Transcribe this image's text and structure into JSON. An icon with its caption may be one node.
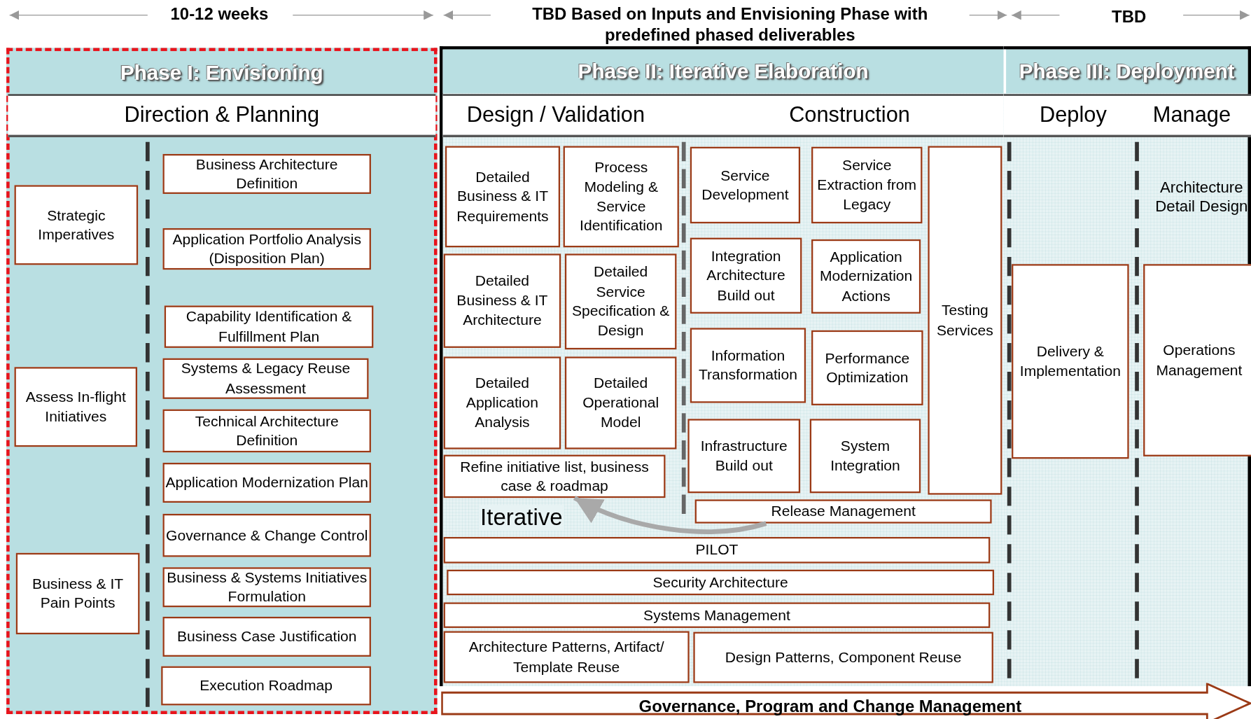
{
  "diagram": {
    "nodes": [
      {
        "text": [
          "Phase I: Envisioning"
        ]
      },
      {
        "text": [
          "Direction & Planning"
        ],
        "in": 0
      },
      {
        "text": [
          "Strategic Imperatives"
        ],
        "in": 0
      },
      {
        "text": [
          "Assess In-flight Initiatives"
        ],
        "in": 0
      },
      {
        "text": [
          "Business & IT Pain Points"
        ],
        "in": 0
      },
      {
        "text": [
          "Business Architecture Definition"
        ],
        "in": 0
      },
      {
        "text": [
          "Application Portfolio Analysis (Disposition Plan)"
        ],
        "in": 0
      },
      {
        "text": [
          "Capability Identification & Fulfillment Plan"
        ],
        "in": 0
      },
      {
        "text": [
          "Systems & Legacy Reuse Assessment"
        ],
        "in": 0
      },
      {
        "text": [
          "Technical Architecture Definition"
        ],
        "in": 0
      },
      {
        "text": [
          "Application Modernization Plan"
        ],
        "in": 0
      },
      {
        "text": [
          "Governance & Change Control"
        ],
        "in": 0
      },
      {
        "text": [
          "Business & Systems Initiatives Formulation"
        ],
        "in": 0
      },
      {
        "text": [
          "Business Case Justification"
        ],
        "in": 0
      },
      {
        "text": [
          "Execution Roadmap"
        ],
        "in": 0
      },
      {
        "text": [
          "Phase II: Iterative Elaboration"
        ]
      },
      {
        "text": [
          "Design / Validation",
          "Construction"
        ],
        "in": 15
      },
      {
        "text": [
          "Detailed Business & IT Requirements"
        ],
        "in": 15
      },
      {
        "text": [
          "Process Modeling & Service Identification"
        ],
        "in": 15
      },
      {
        "text": [
          "Detailed Business & IT Architecture"
        ],
        "in": 15
      },
      {
        "text": [
          "Detailed Service Specification & Design"
        ],
        "in": 15
      },
      {
        "text": [
          "Detailed Application Analysis"
        ],
        "in": 15
      },
      {
        "text": [
          "Detailed Operational Model"
        ],
        "in": 15
      },
      {
        "text": [
          "Refine initiative list, business case & roadmap"
        ],
        "in": 15
      },
      {
        "text": [
          "Service Development"
        ],
        "in": 15
      },
      {
        "text": [
          "Service Extraction from Legacy"
        ],
        "in": 15
      },
      {
        "text": [
          "Integration Architecture Build out"
        ],
        "in": 15
      },
      {
        "text": [
          "Application Modernization Actions"
        ],
        "in": 15
      },
      {
        "text": [
          "Information Transformation"
        ],
        "in": 15
      },
      {
        "text": [
          "Performance Optimization"
        ],
        "in": 15
      },
      {
        "text": [
          "Infrastructure Build out"
        ],
        "in": 15
      },
      {
        "text": [
          "System Integration"
        ],
        "in": 15
      },
      {
        "text": [
          "Testing Services"
        ],
        "in": 15
      },
      {
        "text": [
          "Release Management"
        ],
        "in": 15
      },
      {
        "text": [
          "PILOT"
        ],
        "in": 15
      },
      {
        "text": [
          "Security Architecture"
        ],
        "in": 15
      },
      {
        "text": [
          "Systems Management"
        ],
        "in": 15
      },
      {
        "text": [
          "Architecture Patterns, Artifact/ Template Reuse"
        ],
        "in": 15
      },
      {
        "text": [
          "Design Patterns, Component Reuse"
        ],
        "in": 15
      },
      {
        "text": [
          "Phase III: Deployment"
        ]
      },
      {
        "text": [
          "Deploy",
          "Manage"
        ],
        "in": 39
      },
      {
        "text": [
          "Delivery & Implementation"
        ],
        "in": 39
      },
      {
        "text": [
          "Operations Management"
        ],
        "in": 39
      },
      {
        "text": [
          "Governance, Program and Change Management"
        ]
      }
    ],
    "edges": [
      {
        "from": 33,
        "to": 23,
        "arrow": "to",
        "label": "Iterative"
      }
    ],
    "labels": [
      "10-12 weeks",
      "TBD Based on Inputs and Envisioning Phase with predefined phased deliverables",
      "TBD",
      "Architecture Detail Design"
    ]
  }
}
